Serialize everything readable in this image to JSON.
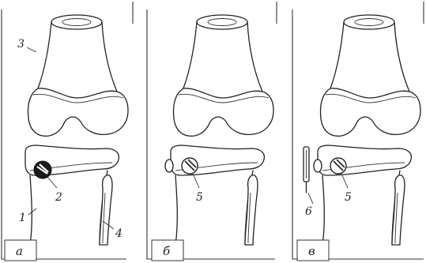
{
  "panels": [
    {
      "id": "a",
      "label": "а"
    },
    {
      "id": "b",
      "label": "б"
    },
    {
      "id": "v",
      "label": "в"
    }
  ],
  "callouts": {
    "femur": "3",
    "tibia": "1",
    "screw_a": "2",
    "fibula": "4",
    "screw_b": "5",
    "screw_v": "5",
    "plate": "6"
  }
}
